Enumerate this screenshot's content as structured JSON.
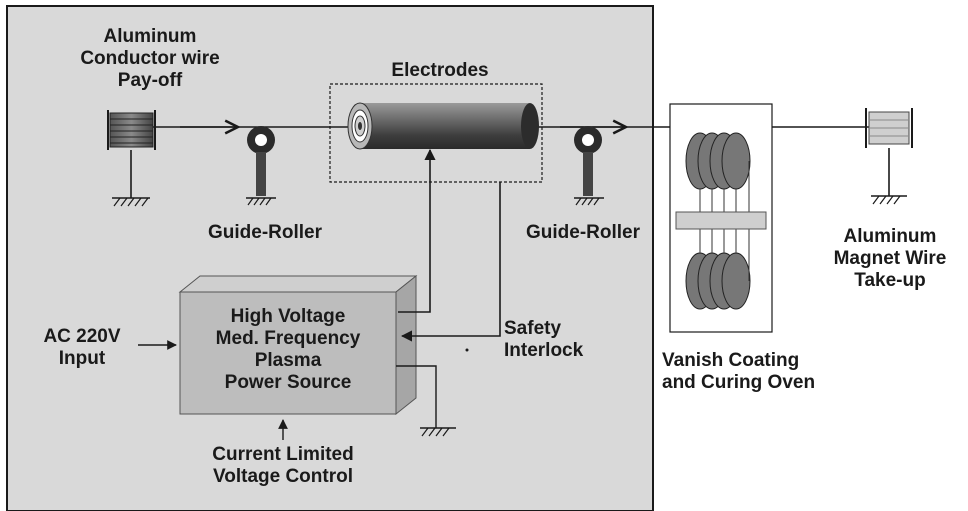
{
  "payoff": {
    "line1": "Aluminum",
    "line2": "Conductor wire",
    "line3": "Pay-off"
  },
  "electrodes": {
    "label": "Electrodes"
  },
  "guide_roller_left": {
    "label": "Guide-Roller"
  },
  "guide_roller_right": {
    "label": "Guide-Roller"
  },
  "takeup": {
    "line1": "Aluminum",
    "line2": "Magnet Wire",
    "line3": "Take-up"
  },
  "ac_input": {
    "line1": "AC 220V",
    "line2": "Input"
  },
  "power_source": {
    "line1": "High Voltage",
    "line2": "Med. Frequency",
    "line3": "Plasma",
    "line4": "Power Source"
  },
  "control": {
    "line1": "Current Limited",
    "line2": "Voltage Control"
  },
  "safety": {
    "line1": "Safety",
    "line2": "Interlock"
  },
  "oven": {
    "line1": "Vanish Coating",
    "line2": "and Curing Oven"
  },
  "colors": {
    "panel": "#d9d9d9",
    "box": "#b9b9b9",
    "ink": "#1a1a1a"
  }
}
